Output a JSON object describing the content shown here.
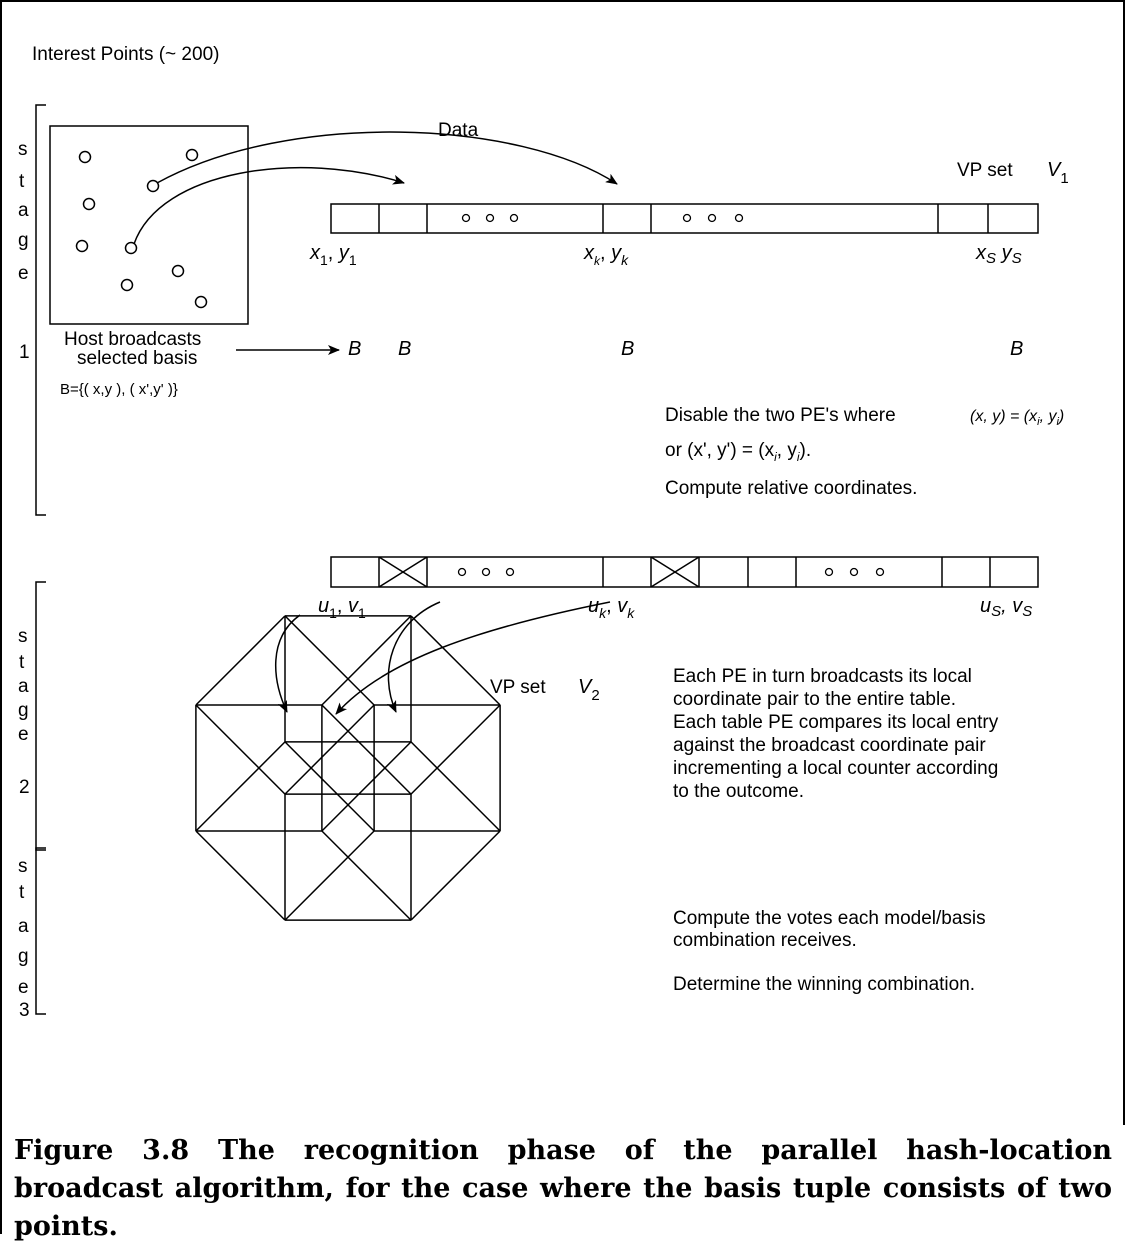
{
  "header": {
    "interest_points": "Interest Points (~ 200)"
  },
  "stage_labels": {
    "stage1": [
      "s",
      "t",
      "a",
      "g",
      "e",
      "",
      "1"
    ],
    "stage2": [
      "s",
      "t",
      "a",
      "g",
      "e",
      "",
      "2"
    ],
    "stage3": [
      "s",
      "t",
      "a",
      "g",
      "e",
      "3"
    ]
  },
  "stage1": {
    "data_label": "Data",
    "vp_set_label": "VP set",
    "vp_set_symbol": "V",
    "vp_set_sub": "1",
    "coord_first": {
      "a": "x",
      "as": "1",
      "b": "y",
      "bs": "1"
    },
    "coord_mid": {
      "a": "x",
      "as": "k",
      "b": "y",
      "bs": "k"
    },
    "coord_last": {
      "a": "x",
      "as": "S",
      "b": "y",
      "bs": "S"
    },
    "host_line1": "Host broadcasts",
    "host_line2": "selected basis",
    "basis_def": "B={( x,y ), ( x',y' )}",
    "b_label": "B",
    "disable_line1": "Disable the two PE's where",
    "disable_cond1": "(x, y) = (x",
    "disable_cond1_sub": "i",
    "disable_cond1_b": ", y",
    "disable_cond1_close": ")",
    "disable_line2_start": "or (x', y') = (x",
    "disable_line2_mid": ", y",
    "disable_line2_end": ").",
    "compute_relative": "Compute relative coordinates."
  },
  "stage2": {
    "coord_first": {
      "a": "u",
      "as": "1",
      "b": "v",
      "bs": "1"
    },
    "coord_mid": {
      "a": "u",
      "as": "k",
      "b": "v",
      "bs": "k"
    },
    "coord_last": {
      "a": "u",
      "as": "S",
      "b": "v",
      "bs": "S"
    },
    "vp_set_label": "VP set",
    "vp_set_symbol": "V",
    "vp_set_sub": "2",
    "description": [
      "Each PE in turn broadcasts its local",
      "coordinate pair to the entire table.",
      "Each table PE compares its local entry",
      "against the broadcast coordinate pair",
      "incrementing a local counter according",
      "to the outcome."
    ]
  },
  "stage3": {
    "votes_line1": "Compute the votes each model/basis",
    "votes_line2": "combination receives.",
    "winner": "Determine the winning combination."
  },
  "caption": "Figure 3.8 The recognition phase of the parallel hash-location broadcast algorithm, for the case where the basis tuple consists of two points.",
  "ellipsis": "o o o"
}
